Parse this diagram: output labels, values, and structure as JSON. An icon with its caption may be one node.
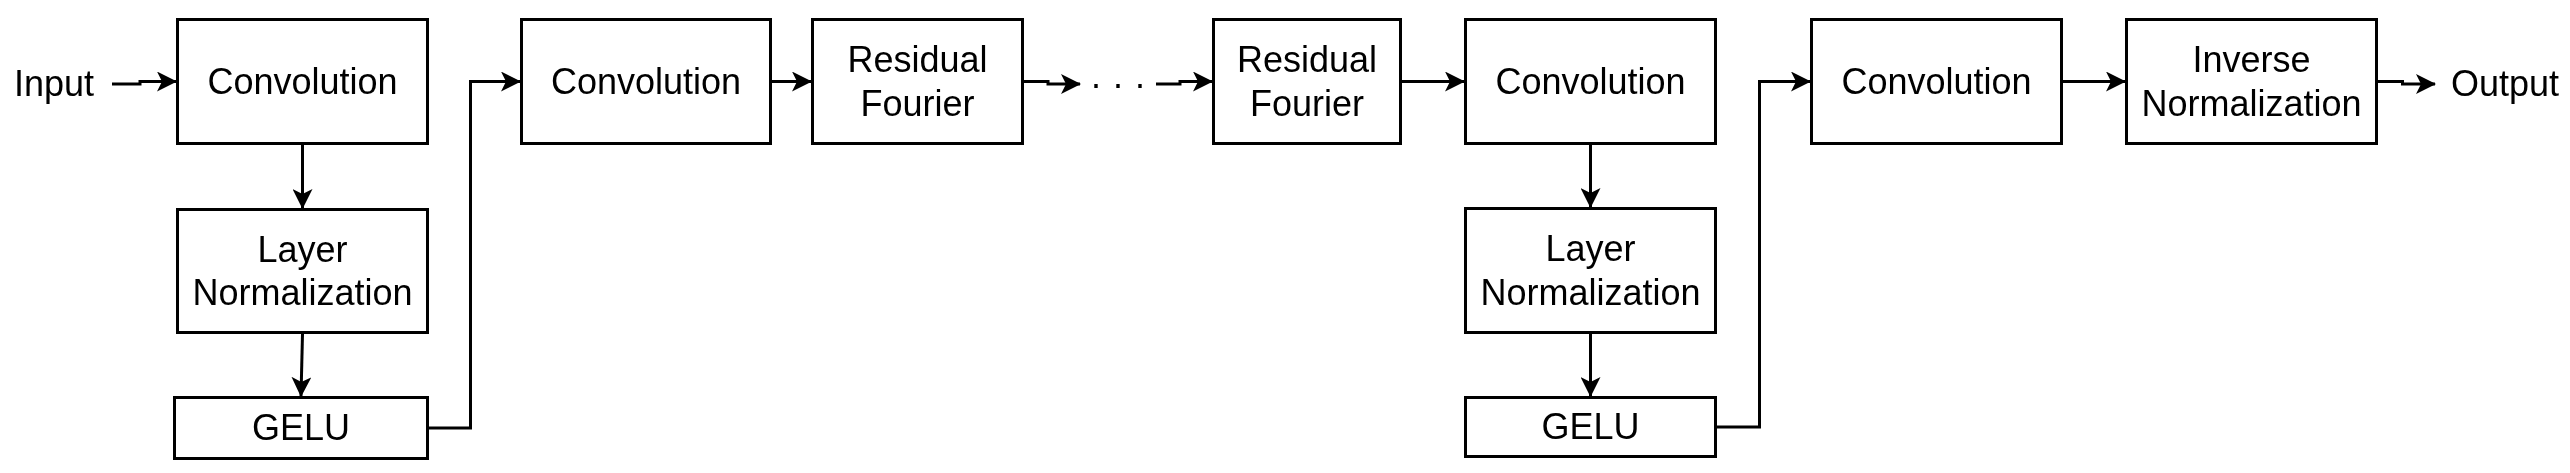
{
  "diagram": {
    "nodes": [
      {
        "text": [
          "Input"
        ]
      },
      {
        "text": [
          "Convolution"
        ]
      },
      {
        "text": [
          "Layer Normalization"
        ]
      },
      {
        "text": [
          "GELU"
        ]
      },
      {
        "text": [
          "Convolution"
        ]
      },
      {
        "text": [
          "Residual Fourier"
        ]
      },
      {
        "text": [
          "· · ·"
        ]
      },
      {
        "text": [
          "Residual Fourier"
        ]
      },
      {
        "text": [
          "Convolution"
        ]
      },
      {
        "text": [
          "Layer Normalization"
        ]
      },
      {
        "text": [
          "GELU"
        ]
      },
      {
        "text": [
          "Convolution"
        ]
      },
      {
        "text": [
          "Inverse Normalization"
        ]
      },
      {
        "text": [
          "Output"
        ]
      }
    ],
    "edges": [
      {
        "from": 0,
        "to": 1,
        "arrow": "to"
      },
      {
        "from": 1,
        "to": 2,
        "arrow": "to"
      },
      {
        "from": 2,
        "to": 3,
        "arrow": "to"
      },
      {
        "from": 3,
        "to": 4,
        "arrow": "to"
      },
      {
        "from": 4,
        "to": 5,
        "arrow": "to"
      },
      {
        "from": 5,
        "to": 6,
        "arrow": "to"
      },
      {
        "from": 6,
        "to": 7,
        "arrow": "to"
      },
      {
        "from": 7,
        "to": 8,
        "arrow": "to"
      },
      {
        "from": 8,
        "to": 9,
        "arrow": "to"
      },
      {
        "from": 9,
        "to": 10,
        "arrow": "to"
      },
      {
        "from": 10,
        "to": 11,
        "arrow": "to"
      },
      {
        "from": 11,
        "to": 12,
        "arrow": "to"
      },
      {
        "from": 12,
        "to": 13,
        "arrow": "to"
      }
    ]
  }
}
